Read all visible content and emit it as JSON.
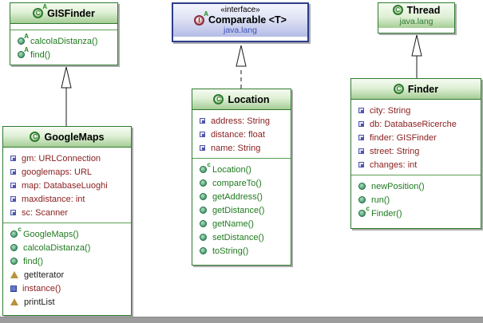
{
  "uml": {
    "gisfinder": {
      "name": "GISFinder",
      "kind": "abstract class",
      "class_icon": "abstract-class-icon",
      "methods": [
        {
          "label": "calcolaDistanza()",
          "icon": "abstract-method-icon"
        },
        {
          "label": "find()",
          "icon": "abstract-method-icon"
        }
      ]
    },
    "comparable": {
      "stereotype": "«interface»",
      "name": "Comparable <T>",
      "package": "java.lang",
      "kind": "interface",
      "class_icon": "interface-icon"
    },
    "thread": {
      "name": "Thread",
      "package": "java.lang",
      "kind": "class",
      "class_icon": "class-icon"
    },
    "googlemaps": {
      "name": "GoogleMaps",
      "kind": "class",
      "class_icon": "class-icon",
      "fields": [
        {
          "label": "gm: URLConnection",
          "icon": "field-icon"
        },
        {
          "label": "googlemaps: URL",
          "icon": "field-icon"
        },
        {
          "label": "map: DatabaseLuoghi",
          "icon": "field-icon"
        },
        {
          "label": "maxdistance: int",
          "icon": "field-icon"
        },
        {
          "label": "sc: Scanner",
          "icon": "field-icon"
        }
      ],
      "methods": [
        {
          "label": "GoogleMaps()",
          "icon": "constructor-icon"
        },
        {
          "label": "calcolaDistanza()",
          "icon": "method-icon"
        },
        {
          "label": "find()",
          "icon": "method-icon"
        },
        {
          "label": "getIterator",
          "icon": "property-triangle-icon"
        },
        {
          "label": "instance()",
          "icon": "static-method-icon"
        },
        {
          "label": "printList",
          "icon": "property-triangle-icon"
        }
      ]
    },
    "location": {
      "name": "Location",
      "kind": "class",
      "class_icon": "class-icon",
      "fields": [
        {
          "label": "address: String",
          "icon": "field-icon"
        },
        {
          "label": "distance: float",
          "icon": "field-icon"
        },
        {
          "label": "name: String",
          "icon": "field-icon"
        }
      ],
      "methods": [
        {
          "label": "Location()",
          "icon": "constructor-icon"
        },
        {
          "label": "compareTo()",
          "icon": "method-icon"
        },
        {
          "label": "getAddress()",
          "icon": "method-icon"
        },
        {
          "label": "getDistance()",
          "icon": "method-icon"
        },
        {
          "label": "getName()",
          "icon": "method-icon"
        },
        {
          "label": "setDistance()",
          "icon": "method-icon"
        },
        {
          "label": "toString()",
          "icon": "method-icon"
        }
      ]
    },
    "finder": {
      "name": "Finder",
      "kind": "class",
      "class_icon": "class-icon",
      "fields": [
        {
          "label": "city: String",
          "icon": "field-icon"
        },
        {
          "label": "db: DatabaseRicerche",
          "icon": "field-icon"
        },
        {
          "label": "finder: GISFinder",
          "icon": "field-icon"
        },
        {
          "label": "street: String",
          "icon": "field-icon"
        },
        {
          "label": "changes: int",
          "icon": "field-icon"
        }
      ],
      "methods": [
        {
          "label": "newPosition()",
          "icon": "method-icon"
        },
        {
          "label": "run()",
          "icon": "method-icon"
        },
        {
          "label": "Finder()",
          "icon": "constructor-icon"
        }
      ]
    },
    "connectors": [
      {
        "from": "GoogleMaps",
        "to": "GISFinder",
        "type": "extends",
        "line": "solid"
      },
      {
        "from": "Location",
        "to": "Comparable <T>",
        "type": "implements",
        "line": "dashed"
      },
      {
        "from": "Finder",
        "to": "Thread",
        "type": "extends",
        "line": "solid"
      }
    ],
    "colors": {
      "class_header_green": "#a6cd96",
      "class_border_green": "#2f7a2f",
      "interface_header_blue": "#b4bce6",
      "interface_border_navy": "#2c3e8c",
      "field_text": "#8b2020",
      "method_text": "#1f7a1f",
      "package_blue": "#3f51b5",
      "package_green": "#2f7d32"
    }
  }
}
